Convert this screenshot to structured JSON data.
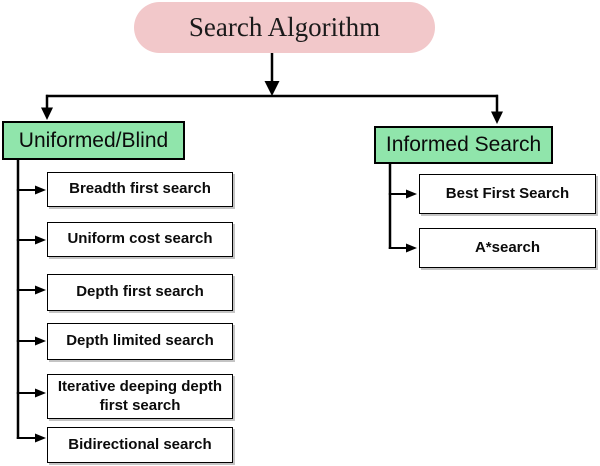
{
  "diagram": {
    "type": "flowchart-tree",
    "root_label": "Search Algorithm",
    "colors": {
      "root_fill": "#f2c8ca",
      "category_fill": "#90e5ab",
      "line_color": "#000000",
      "box_border": "#000000"
    },
    "branches": [
      {
        "label": "Uniformed/Blind",
        "children": [
          "Breadth first search",
          "Uniform cost search",
          "Depth first search",
          "Depth limited search",
          "Iterative deeping depth first search",
          "Bidirectional search"
        ]
      },
      {
        "label": "Informed Search",
        "children": [
          "Best First Search",
          "A*search"
        ]
      }
    ]
  }
}
